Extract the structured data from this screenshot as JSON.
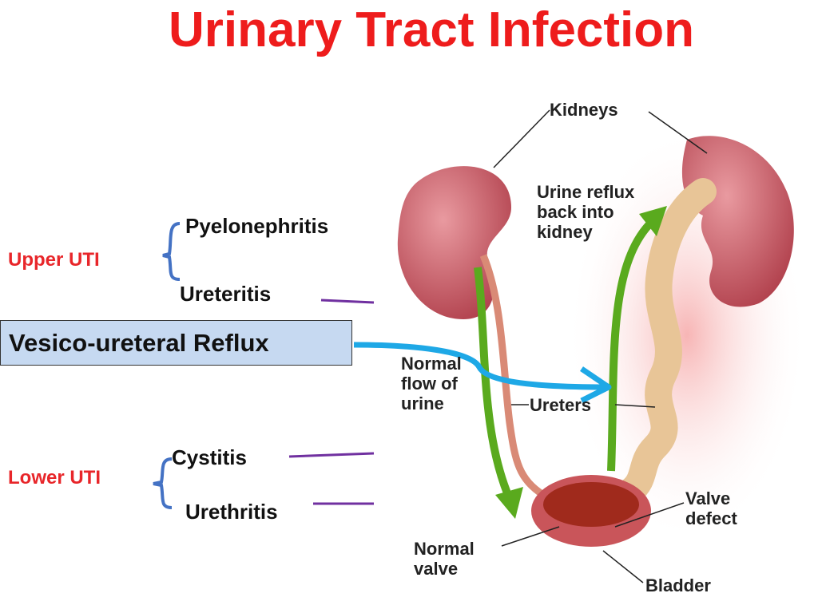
{
  "title": "Urinary Tract Infection",
  "upper": {
    "label": "Upper UTI",
    "items": [
      "Pyelonephritis",
      "Ureteritis"
    ]
  },
  "highlight": "Vesico-ureteral Reflux",
  "lower": {
    "label": "Lower UTI",
    "items": [
      "Cystitis",
      "Urethritis"
    ]
  },
  "diagram": {
    "kidneys": "Kidneys",
    "reflux": "Urine reflux\nback into\nkidney",
    "normal_flow": "Normal\nflow of\nurine",
    "ureters": "Ureters",
    "valve_defect": "Valve\ndefect",
    "normal_valve": "Normal\nvalve",
    "bladder": "Bladder"
  },
  "colors": {
    "title": "#ee1c1c",
    "box": "#c6d9f1",
    "arrow": "#1ea8e6",
    "connector": "#7030a0",
    "flow": "#5aaa1e"
  }
}
